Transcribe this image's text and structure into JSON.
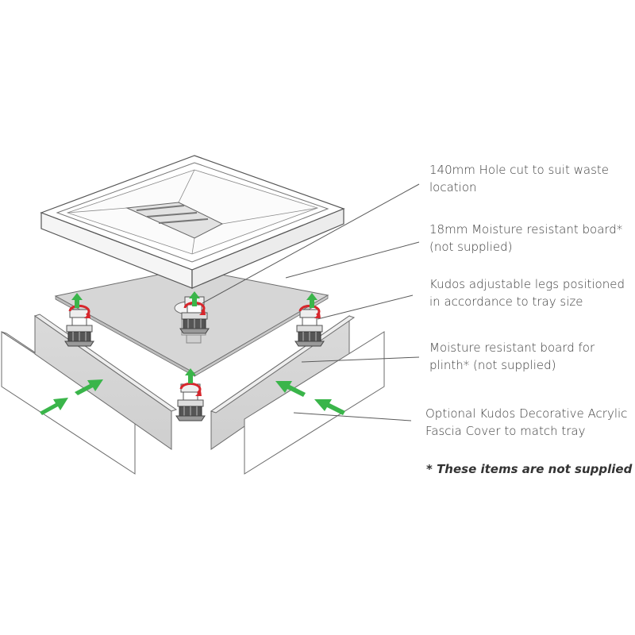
{
  "labels": {
    "hole": [
      "140mm Hole cut to suit waste",
      "location"
    ],
    "board": [
      "18mm Moisture resistant board*",
      "(not supplied)"
    ],
    "legs": [
      "Kudos adjustable legs positioned",
      "in accordance to tray size"
    ],
    "plinth": [
      "Moisture resistant board for",
      "plinth* (not supplied)"
    ],
    "fascia": [
      "Optional Kudos Decorative Acrylic",
      "Fascia Cover to match tray"
    ],
    "note": "* These items are not supplied"
  },
  "colors": {
    "line": "#5a5a5a",
    "board_fill": "#d9d9d9",
    "arrow_green": "#3ab54a",
    "rotate_red": "#d7262c",
    "tray_fill": "#ffffff"
  },
  "icons": {
    "arrow": "green-push-arrow",
    "rotate": "red-rotate-arrow"
  }
}
